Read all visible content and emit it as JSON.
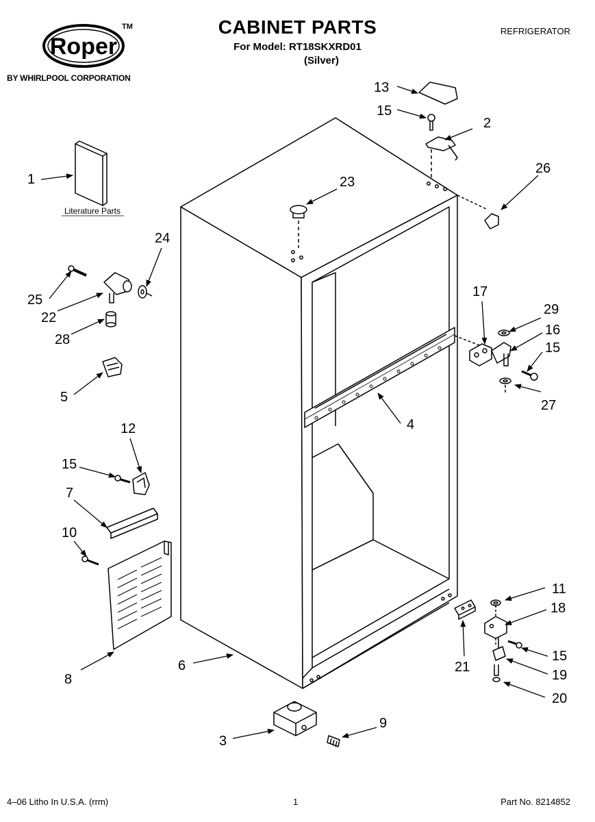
{
  "brand": {
    "logo_text": "Roper",
    "trademark": "TM",
    "byline": "BY WHIRLPOOL CORPORATION"
  },
  "header": {
    "title": "CABINET PARTS",
    "model_line": "For Model: RT18SKXRD01",
    "variant": "(Silver)",
    "category": "REFRIGERATOR"
  },
  "diagram": {
    "literature_label": "Literature Parts",
    "callouts": {
      "c1": "1",
      "c2": "2",
      "c3": "3",
      "c4": "4",
      "c5": "5",
      "c6": "6",
      "c7": "7",
      "c8": "8",
      "c9": "9",
      "c10": "10",
      "c11": "11",
      "c12": "12",
      "c13": "13",
      "c15a": "15",
      "c15b": "15",
      "c15c": "15",
      "c15d": "15",
      "c16": "16",
      "c17": "17",
      "c18": "18",
      "c19": "19",
      "c20": "20",
      "c21": "21",
      "c22": "22",
      "c23": "23",
      "c24": "24",
      "c25": "25",
      "c26": "26",
      "c27": "27",
      "c28": "28",
      "c29": "29"
    }
  },
  "footer": {
    "left": "4–06 Litho In U.S.A. (rrm)",
    "page_number": "1",
    "part_number": "Part No. 8214852"
  }
}
